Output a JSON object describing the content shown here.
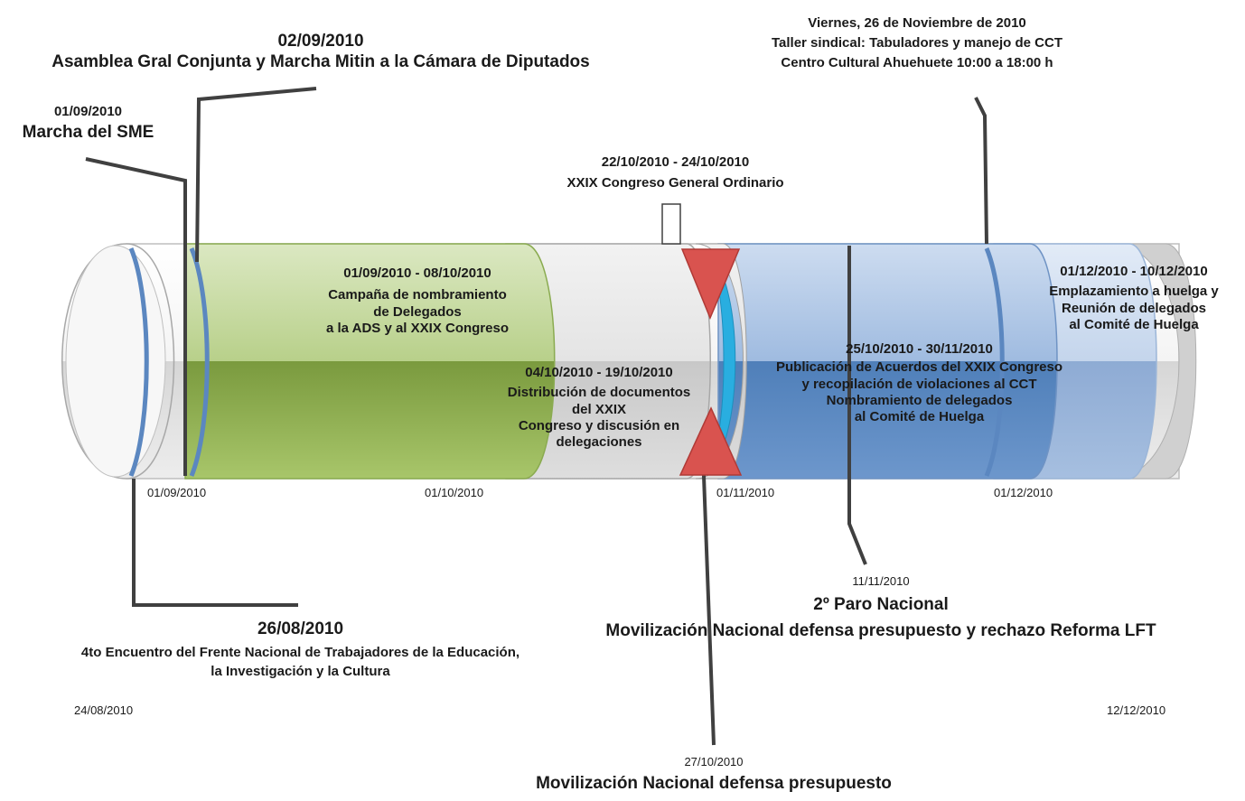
{
  "timeline": {
    "start_label": "24/08/2010",
    "end_label": "12/12/2010",
    "month_ticks": [
      "01/09/2010",
      "01/10/2010",
      "01/11/2010",
      "01/12/2010"
    ]
  },
  "spans": [
    {
      "dates": "01/09/2010 - 08/10/2010",
      "lines": [
        "Campaña de nombramiento",
        "de Delegados",
        "a la ADS y al XXIX Congreso"
      ],
      "color": "#9bbb59"
    },
    {
      "dates": "04/10/2010 - 19/10/2010",
      "lines": [
        "Distribución de documentos",
        "del XXIX",
        "Congreso y discusión en",
        "delegaciones"
      ],
      "color": "#e2e2e2"
    },
    {
      "dates": "25/10/2010 - 30/11/2010",
      "lines": [
        "Publicación de Acuerdos del XXIX Congreso",
        "y recopilación de violaciones al CCT",
        "Nombramiento de delegados",
        "al Comité de Huelga"
      ],
      "color": "#4f81bd"
    },
    {
      "dates": "01/12/2010 - 10/12/2010",
      "lines": [
        "Emplazamiento a huelga y",
        "Reunión de delegados",
        "al Comité de Huelga"
      ],
      "color": "#95b3d7"
    }
  ],
  "events": {
    "e0826": {
      "date": "26/08/2010",
      "lines": [
        "4to Encuentro del Frente Nacional de Trabajadores de la Educación,",
        "la Investigación y la Cultura"
      ]
    },
    "e0901": {
      "date": "01/09/2010",
      "text": "Marcha del SME"
    },
    "e0902": {
      "date": "02/09/2010",
      "text": "Asamblea Gral Conjunta y Marcha Mitin a la Cámara de Diputados"
    },
    "e1022": {
      "date": "22/10/2010 - 24/10/2010",
      "text": "XXIX Congreso General Ordinario"
    },
    "e1027": {
      "date": "27/10/2010",
      "text": "Movilización Nacional defensa presupuesto"
    },
    "e1111": {
      "date": "11/11/2010",
      "lines": [
        "2º Paro Nacional",
        "Movilización Nacional defensa presupuesto y rechazo Reforma LFT"
      ]
    },
    "e1126": {
      "lines": [
        "Viernes, 26 de Noviembre de 2010",
        "Taller sindical: Tabuladores y manejo de CCT",
        "Centro Cultural Ahuehuete 10:00 a 18:00 h"
      ]
    }
  },
  "colors": {
    "band_blue": "#5b87c0",
    "triangle": "#d9534f",
    "connector": "#404040",
    "cyan": "#29aee0"
  }
}
